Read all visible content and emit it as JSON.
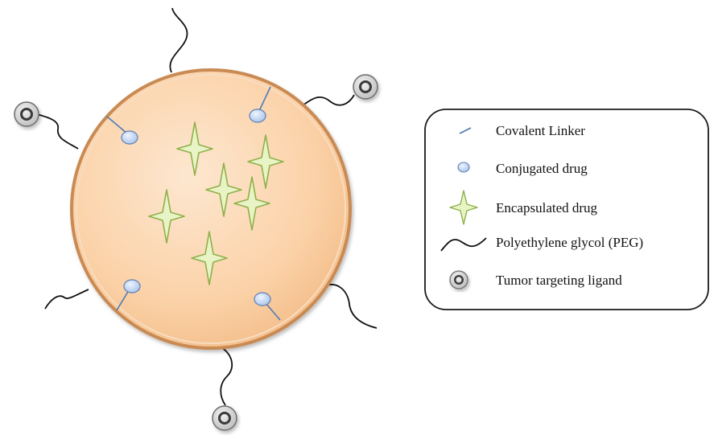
{
  "legend": {
    "items": [
      {
        "key": "covalent-linker",
        "label": "Covalent Linker"
      },
      {
        "key": "conjugated-drug",
        "label": "Conjugated drug"
      },
      {
        "key": "encapsulated-drug",
        "label": "Encapsulated drug"
      },
      {
        "key": "peg",
        "label": "Polyethylene glycol (PEG)"
      },
      {
        "key": "ligand",
        "label": "Tumor targeting ligand"
      }
    ]
  },
  "colors": {
    "nanoparticle_fill": "#fbd4ad",
    "nanoparticle_edge": "#c98a52",
    "linker": "#4f7bb5",
    "drug_dot": "#bcd3f2",
    "star_fill": "#e9f4c6",
    "star_edge": "#8fb04a",
    "peg": "#111111",
    "ligand": "#555555"
  }
}
